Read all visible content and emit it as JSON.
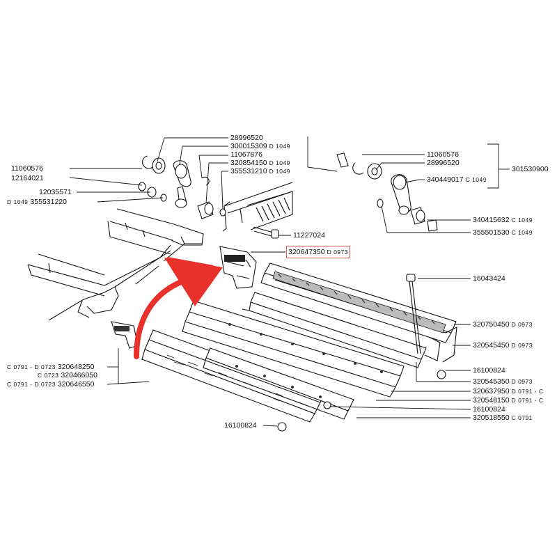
{
  "labels": {
    "l1": {
      "code": "28996520",
      "pre": "",
      "suf": ""
    },
    "l2": {
      "code": "300015309",
      "pre": "",
      "suf": "D 1049"
    },
    "l3": {
      "code": "11067876",
      "pre": "",
      "suf": ""
    },
    "l4": {
      "code": "320854150",
      "pre": "",
      "suf": "D 1049"
    },
    "l5": {
      "code": "355531210",
      "pre": "",
      "suf": "D 1049"
    },
    "l6": {
      "code": "11060576",
      "pre": "",
      "suf": ""
    },
    "l7": {
      "code": "12164021",
      "pre": "",
      "suf": ""
    },
    "l8": {
      "code": "12035571",
      "pre": "",
      "suf": ""
    },
    "l9": {
      "code": "355531220",
      "pre": "D 1049",
      "suf": ""
    },
    "l10": {
      "code": "11227024",
      "pre": "",
      "suf": ""
    },
    "l11": {
      "code": "320647350",
      "pre": "",
      "suf": "D 0973"
    },
    "l12": {
      "code": "11060576",
      "pre": "",
      "suf": ""
    },
    "l13": {
      "code": "28996520",
      "pre": "",
      "suf": ""
    },
    "l14": {
      "code": "301530900",
      "pre": "",
      "suf": ""
    },
    "l15": {
      "code": "340449017",
      "pre": "",
      "suf": "C 1049"
    },
    "l16": {
      "code": "340415632",
      "pre": "",
      "suf": "C 1049"
    },
    "l17": {
      "code": "355501530",
      "pre": "",
      "suf": "C 1049"
    },
    "l18": {
      "code": "16043424",
      "pre": "",
      "suf": ""
    },
    "l19": {
      "code": "320750450",
      "pre": "",
      "suf": "D 0973"
    },
    "l20": {
      "code": "320545450",
      "pre": "",
      "suf": "D 0973"
    },
    "l21": {
      "code": "16100824",
      "pre": "",
      "suf": ""
    },
    "l22": {
      "code": "320545350",
      "pre": "",
      "suf": "D 0973"
    },
    "l23": {
      "code": "320637950",
      "pre": "",
      "suf": "D 0791 - C"
    },
    "l24": {
      "code": "320548150",
      "pre": "",
      "suf": "D 0791 - C"
    },
    "l25": {
      "code": "16100824",
      "pre": "",
      "suf": ""
    },
    "l26": {
      "code": "320518550",
      "pre": "",
      "suf": "C 0791"
    },
    "l27": {
      "code": "320648250",
      "pre": "C 0791 - D 0723",
      "suf": ""
    },
    "l28": {
      "code": "320466050",
      "pre": "C 0723",
      "suf": ""
    },
    "l29": {
      "code": "320646550",
      "pre": "C 0791 - D 0723",
      "suf": ""
    },
    "l30": {
      "code": "16100824",
      "pre": "",
      "suf": ""
    }
  },
  "highlight": {
    "label": "320647350",
    "color": "#e05a5a"
  },
  "arrow_color": "#e8312b"
}
